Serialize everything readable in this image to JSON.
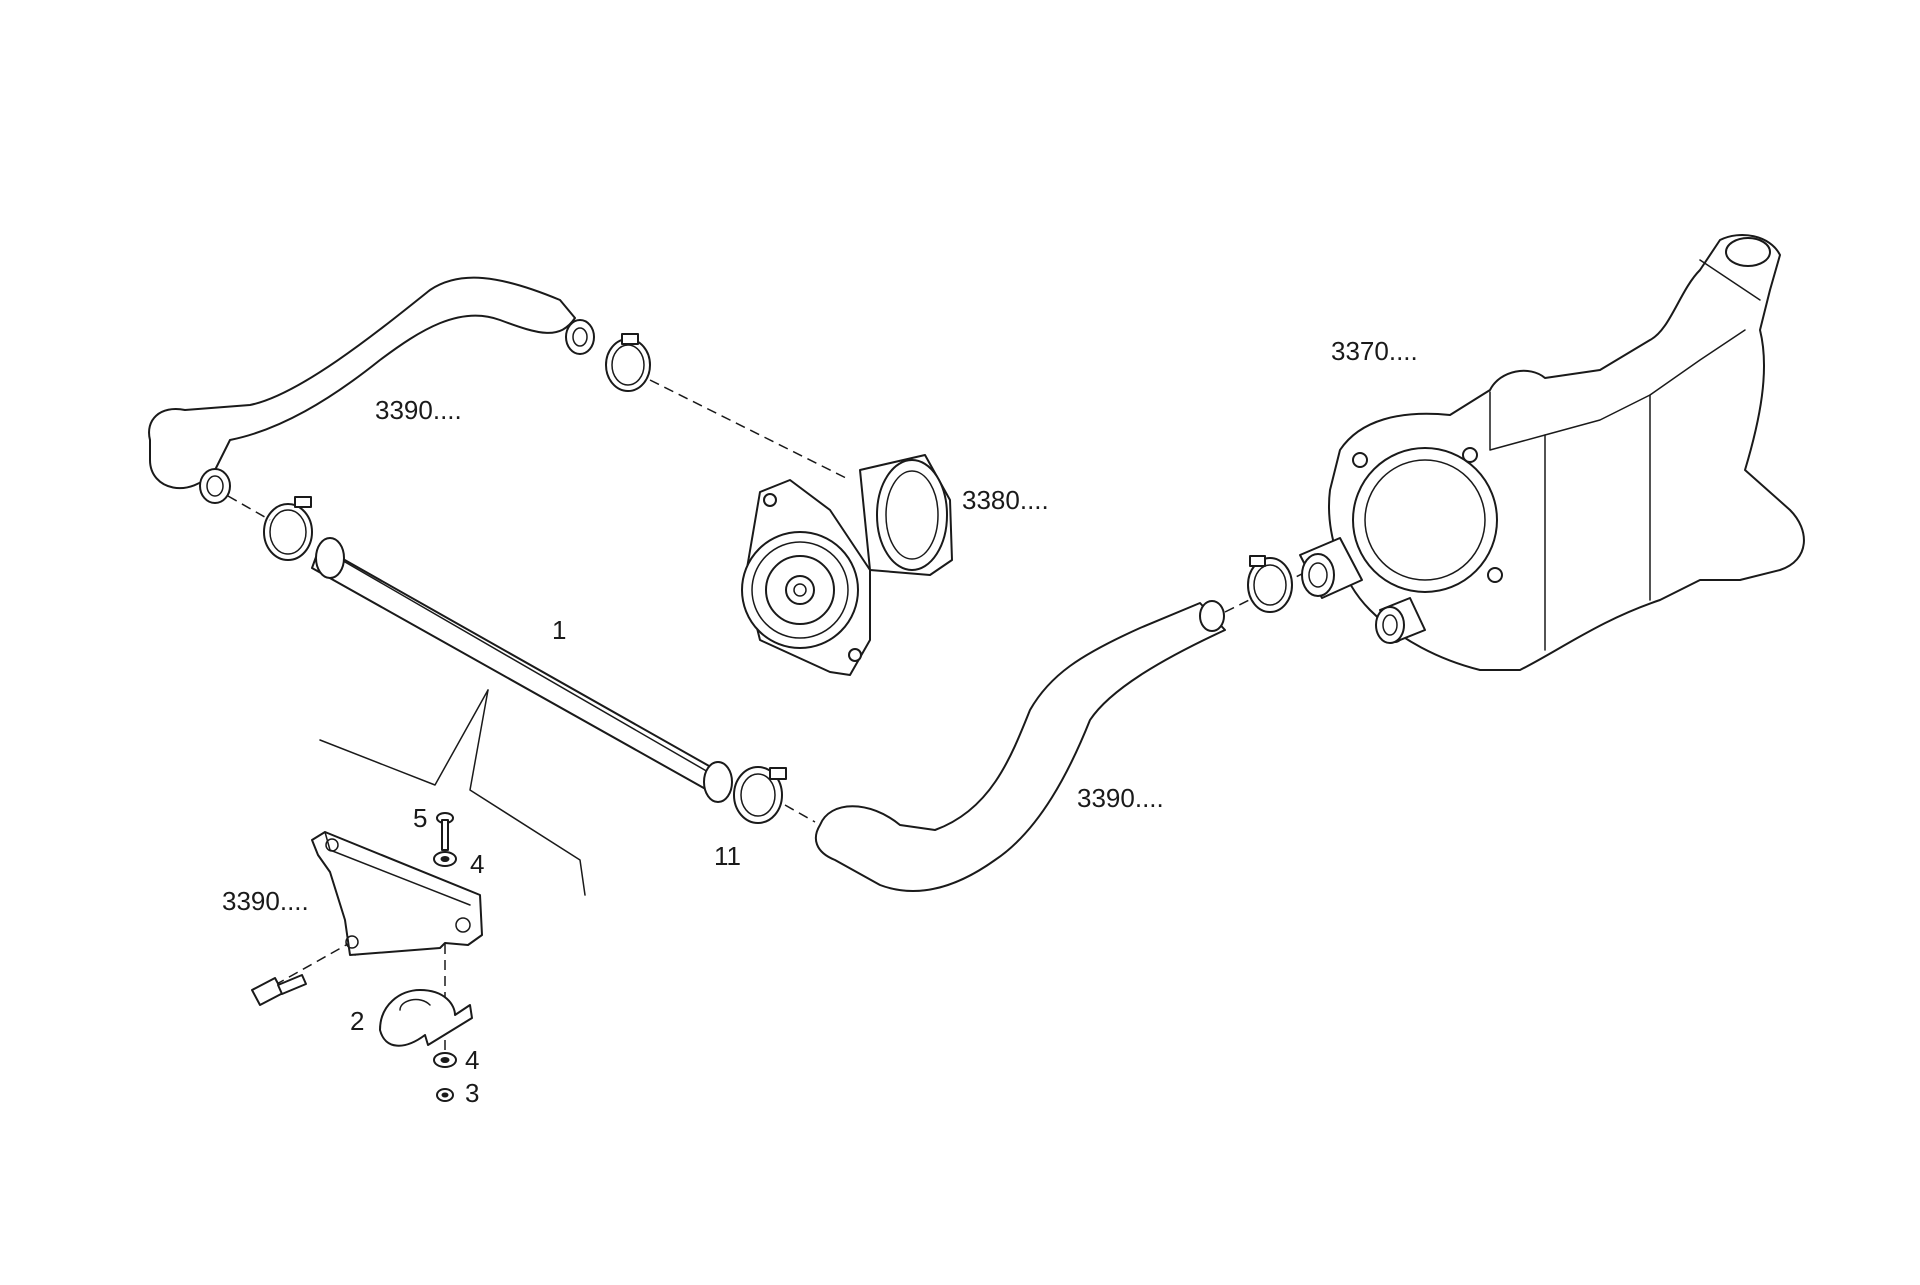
{
  "diagram": {
    "labels": {
      "hose_upper": "3390....",
      "water_pump": "3380....",
      "housing": "3370....",
      "pipe": "1",
      "clamp": "11",
      "hose_lower": "3390....",
      "bracket": "3390....",
      "screw": "5",
      "washer_upper": "4",
      "clip": "2",
      "washer_lower": "4",
      "nut": "3"
    },
    "colors": {
      "line": "#1a1a1a",
      "background": "#ffffff"
    }
  }
}
